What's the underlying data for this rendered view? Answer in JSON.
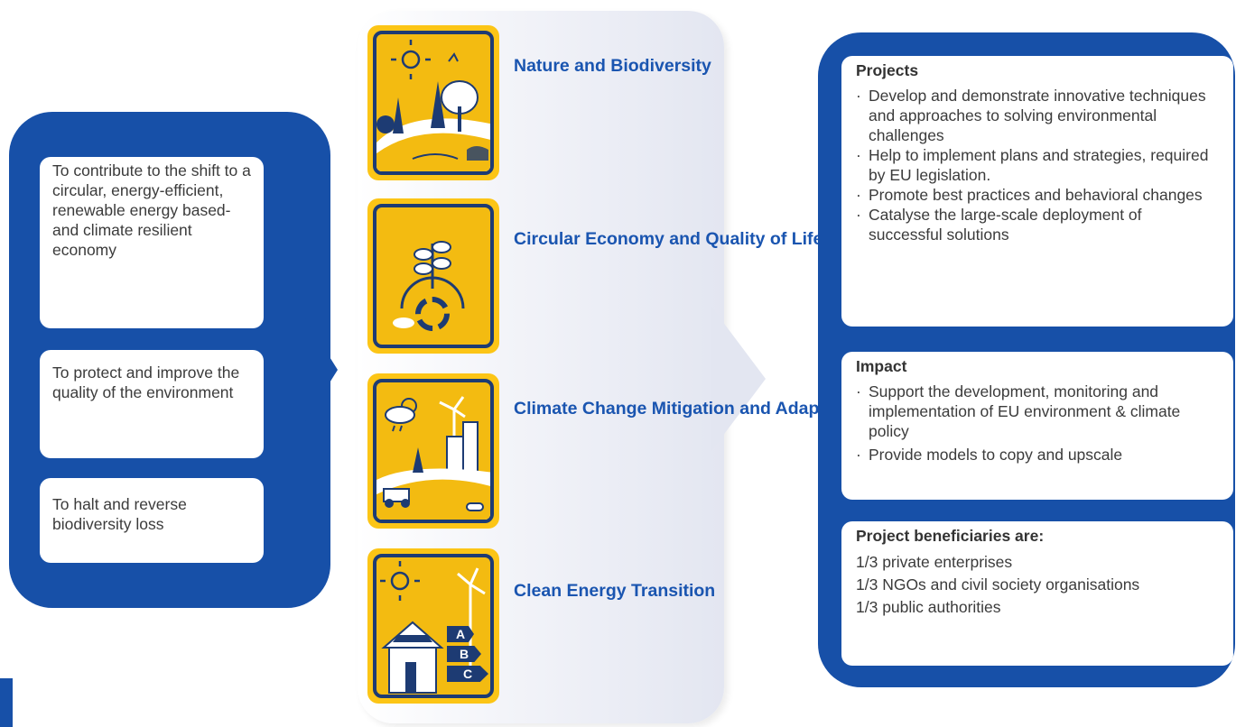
{
  "objectives": [
    "To contribute to the shift to a circular, energy-efficient, renewable energy based- and climate resilient economy",
    "To protect and improve the quality of the environment",
    "To halt and reverse biodiversity loss"
  ],
  "themes": [
    {
      "label": "Nature and Biodiversity",
      "icon": "nature-biodiversity-icon"
    },
    {
      "label": "Circular Economy and Quality of Life",
      "icon": "circular-economy-icon"
    },
    {
      "label": "Climate Change Mitigation and Adaptation",
      "icon": "climate-change-icon"
    },
    {
      "label": "Clean Energy Transition",
      "icon": "clean-energy-icon"
    }
  ],
  "projects": {
    "title": "Projects",
    "items": [
      "Develop and demonstrate innovative techniques and approaches to solving environmental challenges",
      "Help to implement plans and strategies, required by EU legislation.",
      "Promote best practices and behavioral changes",
      "Catalyse the large-scale deployment of successful solutions"
    ]
  },
  "impact": {
    "title": "Impact",
    "items": [
      "Support the development, monitoring and implementation of EU environment & climate policy",
      "Provide models to copy and upscale"
    ]
  },
  "beneficiaries": {
    "title": "Project beneficiaries are:",
    "items": [
      "1/3 private enterprises",
      "1/3 NGOs and civil society organisations",
      "1/3 public authorities"
    ]
  },
  "energy_labels": [
    "A",
    "B",
    "C"
  ],
  "colors": {
    "brand_blue": "#1750a8",
    "accent_yellow": "#fcc516",
    "label_blue": "#1a55b0"
  }
}
